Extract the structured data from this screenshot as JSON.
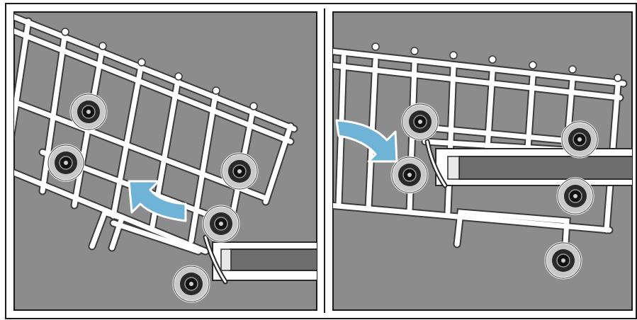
{
  "figure": {
    "panels": [
      {
        "id": "left",
        "step": "tilt-rack-up",
        "arrow_direction": "counter-clockwise"
      },
      {
        "id": "right",
        "step": "rack-seated-on-rail",
        "arrow_direction": "clockwise"
      }
    ],
    "icons": [
      "arrow-icon",
      "wheel-icon",
      "rail-stop-icon"
    ],
    "colors": {
      "background": "#8c8c8c",
      "frame": "#1a1a1a",
      "wire": "#ffffff",
      "wire_outline": "#3a3a3a",
      "arrow": "#6fb4d6",
      "wheel_hub": "#1e1e1e",
      "rail_fill": "#6e6e6e"
    }
  }
}
